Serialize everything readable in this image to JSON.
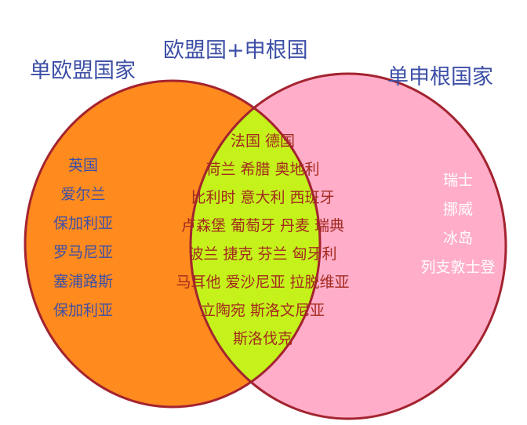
{
  "titles": {
    "left": "单欧盟国家",
    "center": "欧盟国+申根国",
    "right": "单申根国家"
  },
  "left_list": [
    "英国",
    "爱尔兰",
    "保加利亚",
    "罗马尼亚",
    "塞浦路斯",
    "保加利亚"
  ],
  "center_rows": [
    "法国  德国",
    "荷兰  希腊  奥地利",
    "比利时  意大利  西班牙",
    "卢森堡  葡萄牙  丹麦  瑞典",
    "波兰  捷克  芬兰  匈牙利",
    "马耳他  爱沙尼亚  拉脱维亚",
    "立陶宛  斯洛文尼亚",
    "斯洛伐克"
  ],
  "right_list": [
    "瑞士",
    "挪威",
    "冰岛",
    "列支敦士登"
  ],
  "colors": {
    "left_fill": "#ff8a1e",
    "right_fill": "#ffadc9",
    "center_fill": "#c4f21a",
    "outline": "#a3232f",
    "heading": "#3d4fa6",
    "center_text": "#a32a1f"
  }
}
